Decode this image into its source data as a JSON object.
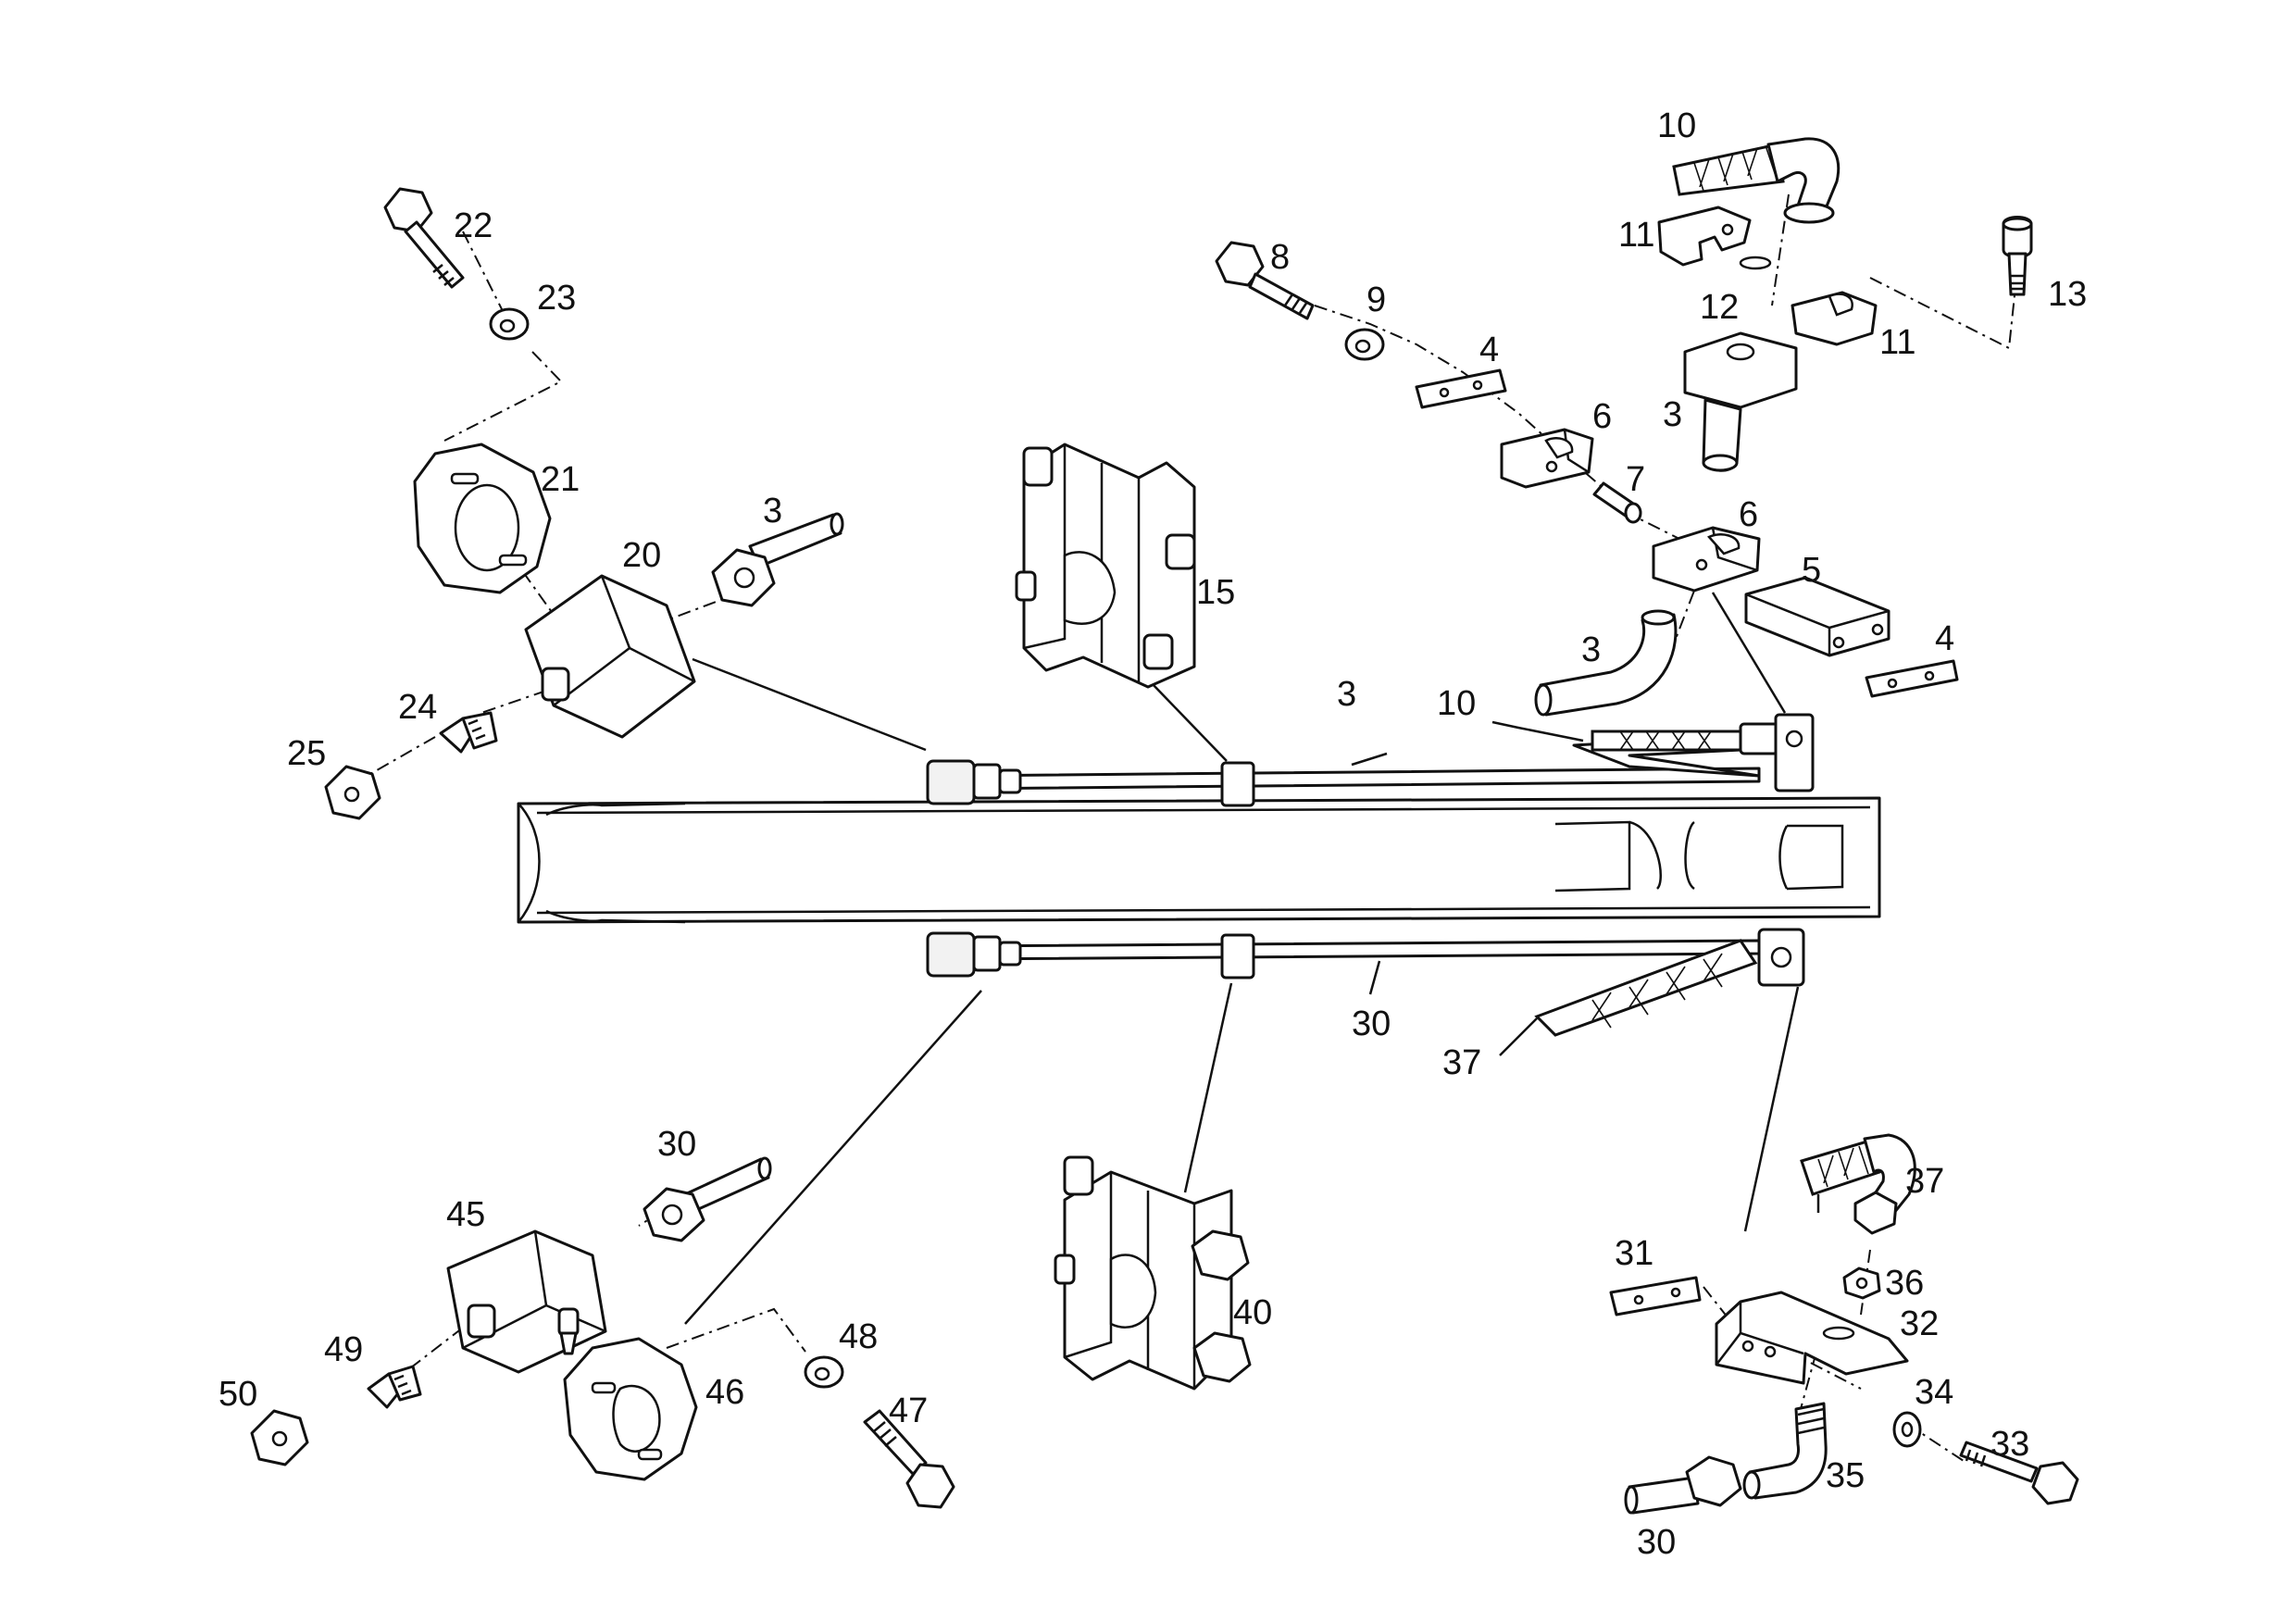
{
  "diagram": {
    "labels": [
      "10",
      "11",
      "12",
      "13",
      "8",
      "9",
      "4",
      "11",
      "3",
      "6",
      "7",
      "6",
      "5",
      "4",
      "3",
      "22",
      "23",
      "21",
      "20",
      "3",
      "15",
      "24",
      "25",
      "3",
      "10",
      "30",
      "37",
      "30",
      "45",
      "40",
      "37",
      "36",
      "31",
      "32",
      "34",
      "33",
      "49",
      "50",
      "46",
      "48",
      "47",
      "35",
      "30"
    ]
  },
  "colors": {
    "ink": "#111111",
    "paper": "#ffffff"
  }
}
